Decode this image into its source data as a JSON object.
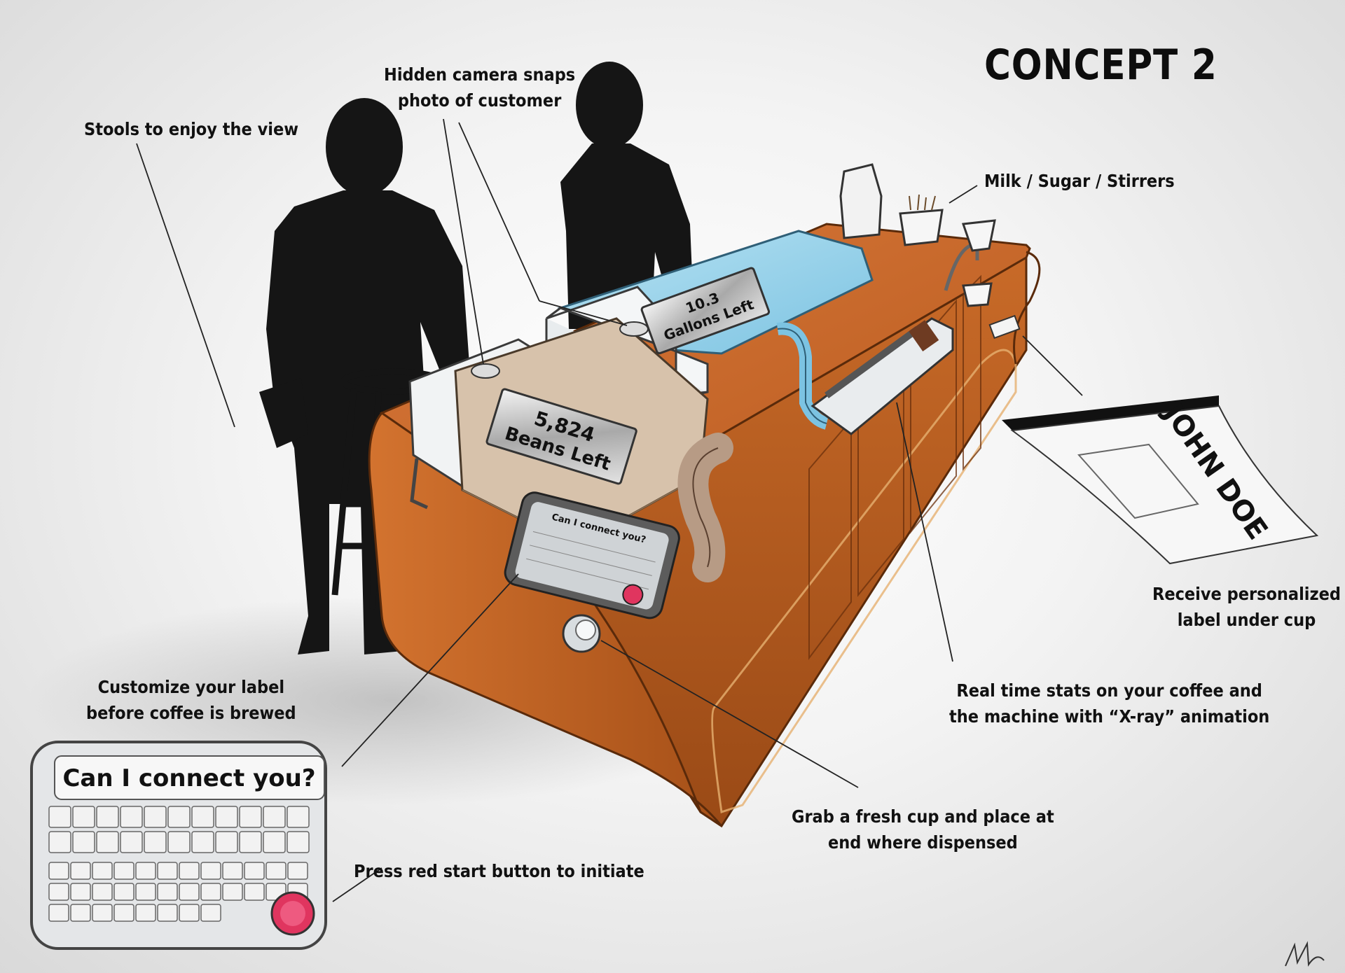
{
  "title": "CONCEPT 2",
  "annotations": {
    "stools": "Stools to enjoy the view",
    "camera_line1": "Hidden camera snaps",
    "camera_line2": "photo of customer",
    "milk": "Milk / Sugar / Stirrers",
    "label_line1": "Receive personalized",
    "label_line2": "label under cup",
    "stats_line1": "Real time stats on your coffee and",
    "stats_line2": "the machine with “X-ray” animation",
    "customize_line1": "Customize your label",
    "customize_line2": "before coffee is brewed",
    "grab_line1": "Grab a fresh cup and place at",
    "grab_line2": "end where dispensed",
    "press": "Press red start button to initiate"
  },
  "machine": {
    "water_line1": "10.3",
    "water_line2": "Gallons Left",
    "beans_line1": "5,824",
    "beans_line2": "Beans Left",
    "tablet_prompt": "Can I connect you?",
    "printed_label_name": "JOHN DOE"
  },
  "inset": {
    "prompt": "Can I connect you?"
  },
  "colors": {
    "wood": "#c8641e",
    "wood_dark": "#8e3f0f",
    "water": "#8fd0ea",
    "start_button": "#e0355f"
  },
  "icons": [
    "person-silhouette-icon",
    "stool-icon",
    "camera-icon",
    "start-button-icon",
    "artist-signature-icon"
  ]
}
